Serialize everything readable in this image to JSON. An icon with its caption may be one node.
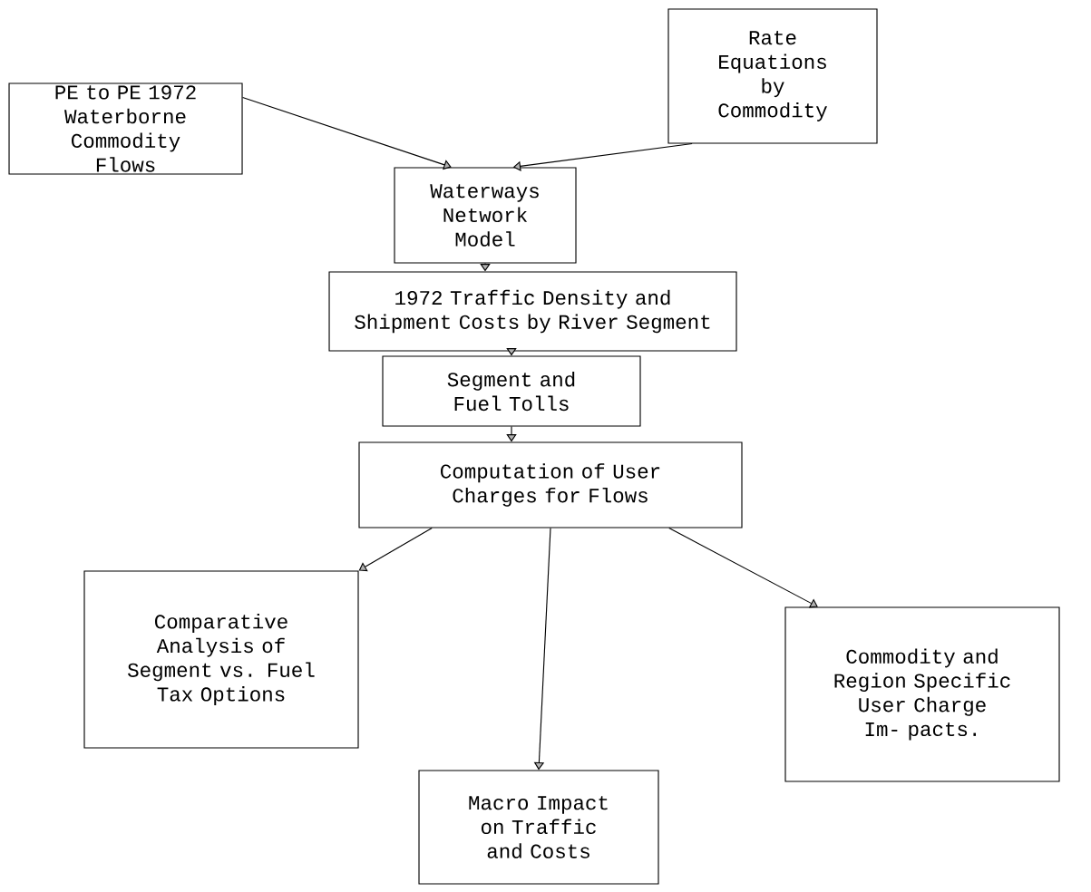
{
  "diagram": {
    "nodes": [
      {
        "text": [
          "PE to PE 1972 Waterborne Commodity Flows"
        ]
      },
      {
        "text": [
          "Rate Equations by Commodity"
        ]
      },
      {
        "text": [
          "Waterways Network Model"
        ]
      },
      {
        "text": [
          "1972 Traffic Density and Shipment Costs by River Segment"
        ]
      },
      {
        "text": [
          "Segment and Fuel Tolls"
        ]
      },
      {
        "text": [
          "Computation of User Charges for Flows"
        ]
      },
      {
        "text": [
          "Comparative Analysis of Segment vs. Fuel Tax Options"
        ]
      },
      {
        "text": [
          "Commodity and Region Specific User Charge Im- pacts."
        ]
      },
      {
        "text": [
          "Macro Impact on Traffic and Costs"
        ]
      }
    ],
    "edges": [
      {
        "from": 0,
        "to": 2,
        "arrow": "to"
      },
      {
        "from": 1,
        "to": 2,
        "arrow": "to"
      },
      {
        "from": 2,
        "to": 3,
        "arrow": "to"
      },
      {
        "from": 3,
        "to": 4,
        "arrow": "to"
      },
      {
        "from": 4,
        "to": 5,
        "arrow": "to"
      },
      {
        "from": 5,
        "to": 6,
        "arrow": "to"
      },
      {
        "from": 5,
        "to": 8,
        "arrow": "to"
      },
      {
        "from": 5,
        "to": 7,
        "arrow": "to"
      }
    ]
  }
}
